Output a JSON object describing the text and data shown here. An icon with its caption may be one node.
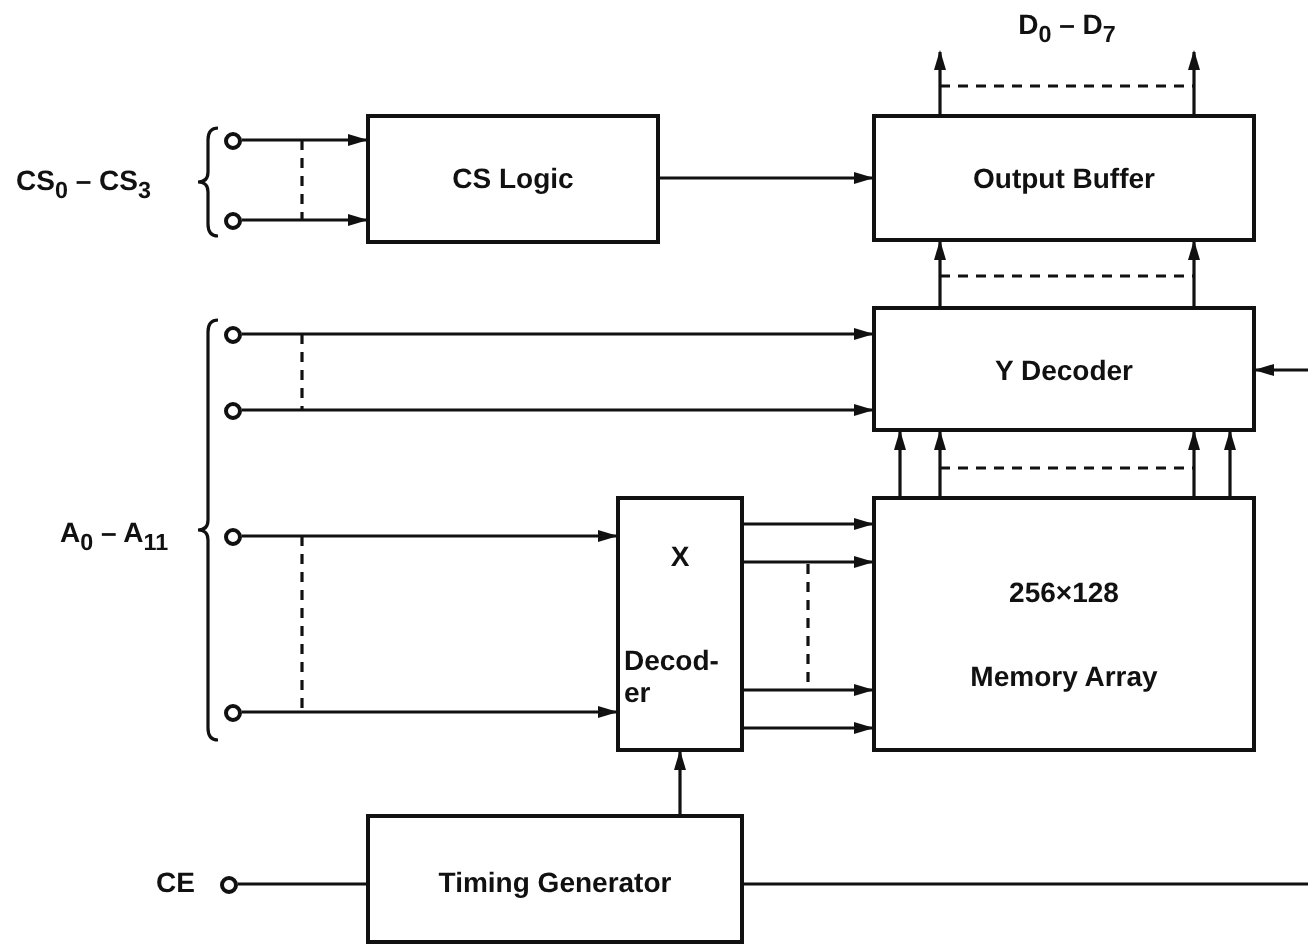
{
  "diagram": {
    "nodes": [
      {
        "text": [
          "CS Logic"
        ]
      },
      {
        "text": [
          "Output Buffer"
        ]
      },
      {
        "text": [
          "Y Decoder"
        ]
      },
      {
        "text": [
          "X",
          "Decod- er"
        ]
      },
      {
        "text": [
          "256×128",
          "Memory Array"
        ]
      },
      {
        "text": [
          "Timing Generator"
        ]
      },
      {
        "text": [],
        "shape": "circle"
      },
      {
        "text": [],
        "shape": "circle"
      },
      {
        "text": [],
        "shape": "circle"
      },
      {
        "text": [],
        "shape": "circle"
      },
      {
        "text": [],
        "shape": "circle"
      },
      {
        "text": [],
        "shape": "circle"
      },
      {
        "text": [],
        "shape": "circle",
        "beside": [
          "CE"
        ]
      }
    ],
    "edges": [
      {
        "from": 6,
        "to": 0,
        "arrow": "to"
      },
      {
        "from": 7,
        "to": 0,
        "arrow": "to"
      },
      {
        "from": 0,
        "to": 1,
        "arrow": "to"
      },
      {
        "from": 1,
        "to": null,
        "arrow": "to"
      },
      {
        "from": 1,
        "to": null,
        "arrow": "to"
      },
      {
        "from": 2,
        "to": 1,
        "arrow": "to"
      },
      {
        "from": 2,
        "to": 1,
        "arrow": "to"
      },
      {
        "from": 8,
        "to": 2,
        "arrow": "to"
      },
      {
        "from": 9,
        "to": 2,
        "arrow": "to"
      },
      {
        "from": null,
        "to": 2,
        "arrow": "to"
      },
      {
        "from": 4,
        "to": 2,
        "arrow": "to"
      },
      {
        "from": 4,
        "to": 2,
        "arrow": "to"
      },
      {
        "from": 4,
        "to": 2,
        "arrow": "to"
      },
      {
        "from": 4,
        "to": 2,
        "arrow": "to"
      },
      {
        "from": 10,
        "to": 3,
        "arrow": "to"
      },
      {
        "from": 11,
        "to": 3,
        "arrow": "to"
      },
      {
        "from": 3,
        "to": 4,
        "arrow": "to"
      },
      {
        "from": 3,
        "to": 4,
        "arrow": "to"
      },
      {
        "from": 3,
        "to": 4,
        "arrow": "to"
      },
      {
        "from": 3,
        "to": 4,
        "arrow": "to"
      },
      {
        "from": 5,
        "to": 3,
        "arrow": "to"
      },
      {
        "from": 12,
        "to": 5,
        "arrow": "none"
      },
      {
        "from": 5,
        "to": null,
        "arrow": "none"
      }
    ],
    "labels": [
      "D$_{0}$ – D$_{7}$",
      "CS$_{0}$ – CS$_{3}$",
      "A$_{0}$ – A$_{11}$"
    ]
  }
}
